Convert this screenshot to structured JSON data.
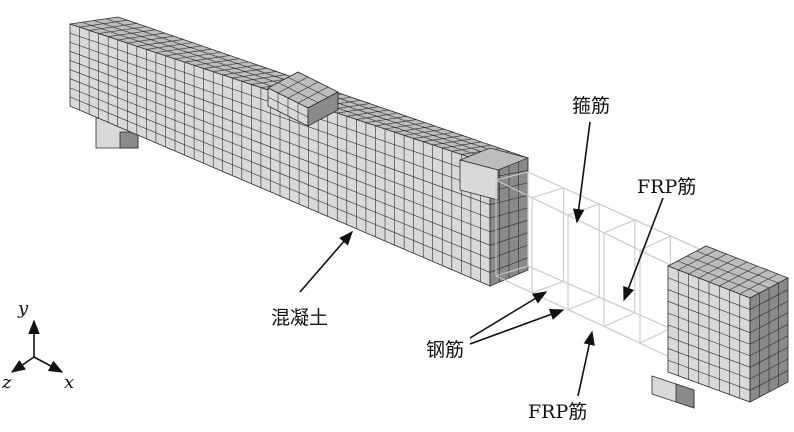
{
  "labels": {
    "stirrup": "箍筋",
    "frp_top": "FRP筋",
    "concrete": "混凝土",
    "steel": "钢筋",
    "frp_bottom": "FRP筋"
  },
  "axes": {
    "y": "y",
    "z": "z",
    "x": "x"
  },
  "colors": {
    "face_front": "#d9d9d9",
    "face_top": "#bdbdbd",
    "face_side": "#8a8a8a",
    "mesh_line": "#2b2b2b",
    "rebar": "#c9c9c9",
    "text": "#111111"
  }
}
